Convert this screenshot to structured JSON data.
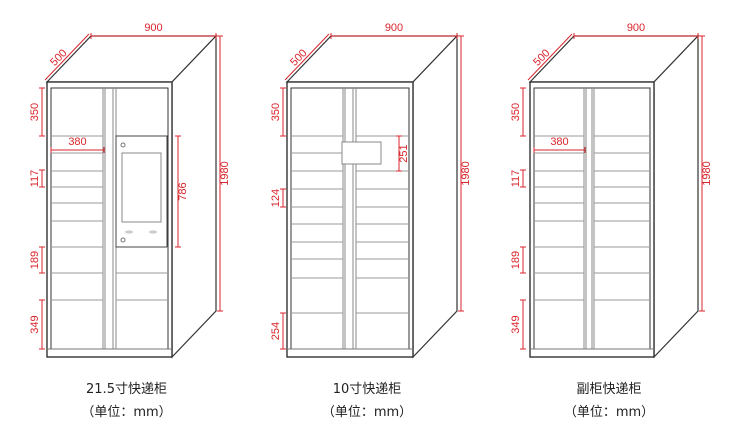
{
  "colors": {
    "dimension": "#d9262c",
    "outline": "#333333",
    "shelf": "#9a9a9a"
  },
  "lockers": [
    {
      "id": "locker-21-5",
      "title": "21.5寸快递柜",
      "unit": "（单位：mm）",
      "dims": {
        "width": "900",
        "depth": "500",
        "height": "1980",
        "top": "350",
        "column": "380",
        "small": "117",
        "medium": "189",
        "bottom": "349",
        "screen": "786"
      }
    },
    {
      "id": "locker-10",
      "title": "10寸快递柜",
      "unit": "（单位：mm）",
      "dims": {
        "width": "900",
        "depth": "500",
        "height": "1980",
        "top": "350",
        "small": "124",
        "bottom": "254",
        "screen": "251"
      }
    },
    {
      "id": "locker-sub",
      "title": "副柜快递柜",
      "unit": "（单位：mm）",
      "dims": {
        "width": "900",
        "depth": "500",
        "height": "1980",
        "top": "350",
        "column": "380",
        "small": "117",
        "medium": "189",
        "bottom": "349"
      }
    }
  ]
}
